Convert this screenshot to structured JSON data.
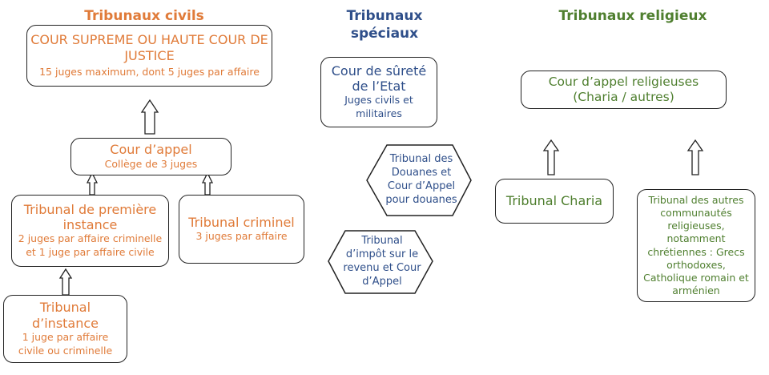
{
  "colors": {
    "civil": "#e07b39",
    "special": "#2f4f8a",
    "religious": "#4f7f2f"
  },
  "headers": {
    "civil": "Tribunaux civils",
    "special_line1": "Tribunaux",
    "special_line2": "spéciaux",
    "religious": "Tribunaux religieux"
  },
  "civil": {
    "supreme": {
      "title_line1": "COUR SUPREME OU HAUTE COUR DE",
      "title_line2": "JUSTICE",
      "sub": "15 juges maximum, dont 5 juges par affaire"
    },
    "appeal": {
      "title": "Cour d’appel",
      "sub": "Collège de 3 juges"
    },
    "first_instance": {
      "title_line1": "Tribunal de première",
      "title_line2": "instance",
      "sub_line1": "2 juges par affaire criminelle",
      "sub_line2": "et 1 juge par affaire civile"
    },
    "criminal": {
      "title": "Tribunal criminel",
      "sub": "3 juges par affaire"
    },
    "instance": {
      "title_line1": "Tribunal",
      "title_line2": "d’instance",
      "sub_line1": "1 juge par affaire",
      "sub_line2": "civile ou criminelle"
    }
  },
  "special": {
    "state_security": {
      "title_line1": "Cour de sûreté",
      "title_line2": "de l’Etat",
      "sub_line1": "Juges civils et",
      "sub_line2": "militaires"
    },
    "customs": {
      "line1": "Tribunal des",
      "line2": "Douanes et",
      "line3": "Cour d’Appel",
      "line4": "pour douanes"
    },
    "income_tax": {
      "line1": "Tribunal",
      "line2": "d’impôt sur le",
      "line3": "revenu et Cour",
      "line4": "d’Appel"
    }
  },
  "religious": {
    "appeal": {
      "line1": "Cour d’appel religieuses",
      "line2": "(Charia / autres)"
    },
    "charia": "Tribunal Charia",
    "others": {
      "line1": "Tribunal des autres",
      "line2": "communautés",
      "line3": "religieuses,",
      "line4": "notamment",
      "line5": "chrétiennes : Grecs",
      "line6": "orthodoxes,",
      "line7": "Catholique romain et",
      "line8": "arménien"
    }
  }
}
